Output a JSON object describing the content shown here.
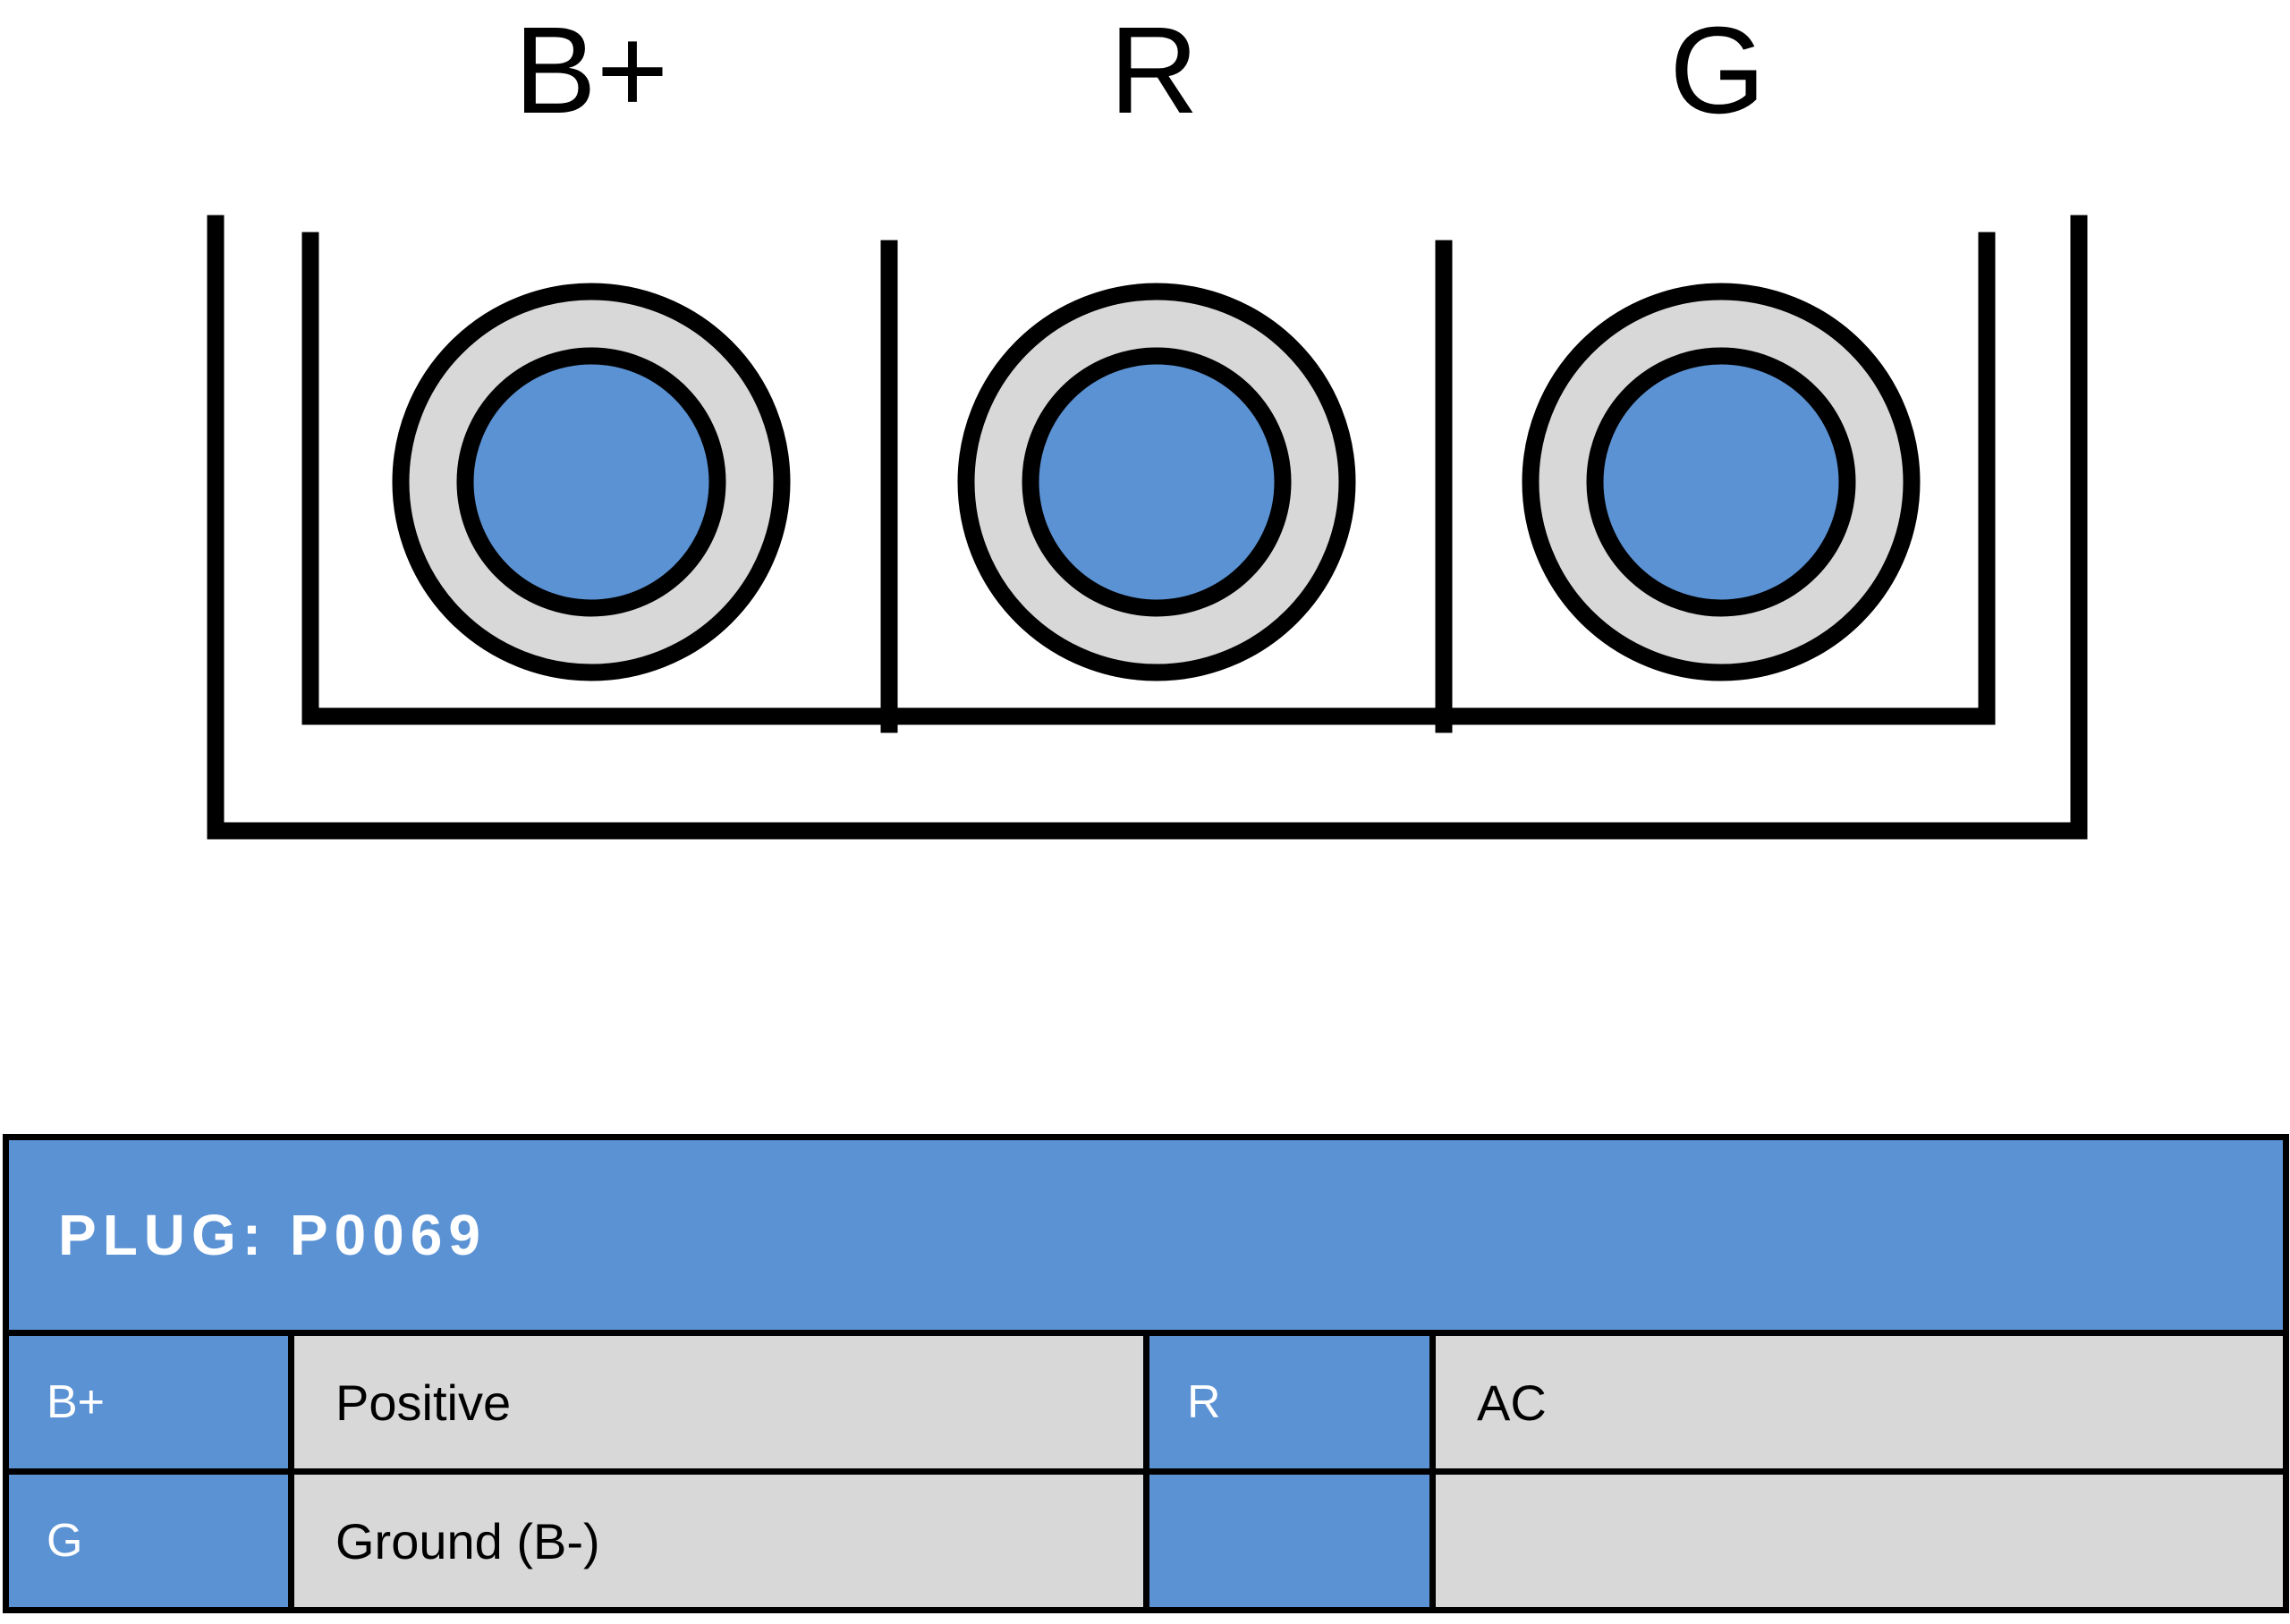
{
  "diagram": {
    "name": "alternator-plug-pinout",
    "pins": [
      {
        "id": "pin-bplus",
        "label": "B+",
        "terminal_icon": "round-terminal-icon"
      },
      {
        "id": "pin-r",
        "label": "R",
        "terminal_icon": "round-terminal-icon"
      },
      {
        "id": "pin-g",
        "label": "G",
        "terminal_icon": "round-terminal-icon"
      }
    ],
    "colors": {
      "terminal_fill": "#5b92d4",
      "terminal_ring": "#d8d8d8",
      "outline": "#000000",
      "background": "#ffffff"
    }
  },
  "table": {
    "header": "PLUG: P0069",
    "rows": [
      {
        "code_left": "B+",
        "desc_left": "Positive",
        "code_right": "R",
        "desc_right": "AC"
      },
      {
        "code_left": "G",
        "desc_left": "Ground (B-)",
        "code_right": "",
        "desc_right": ""
      }
    ],
    "colors": {
      "header_bg": "#5b92d4",
      "header_text": "#ffffff",
      "code_bg": "#5b92d4",
      "code_text": "#ffffff",
      "desc_bg": "#d8d8d8",
      "desc_text": "#000000",
      "border": "#000000"
    }
  }
}
